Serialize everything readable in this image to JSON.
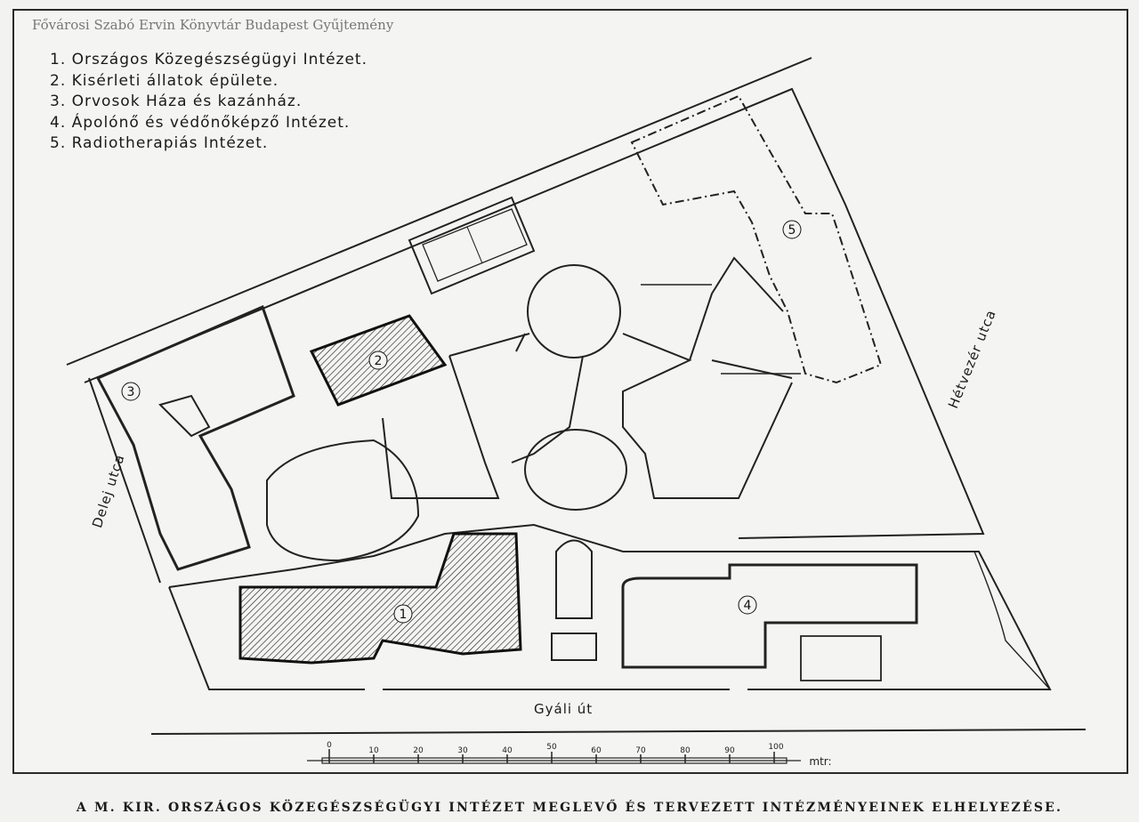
{
  "watermark": "Fővárosi Szabó Ervin Könyvtár Budapest Gyűjtemény",
  "legend": [
    "1. Országos Közegészségügyi Intézet.",
    "2. Kisérleti állatok épülete.",
    "3. Orvosok Háza és kazánház.",
    "4. Ápolónő és védőnőképző Intézet.",
    "5. Radiotherapiás Intézet."
  ],
  "building_numbers": [
    "1",
    "2",
    "3",
    "4",
    "5"
  ],
  "streets": {
    "bottom": "Gyáli út",
    "left": "Delej utca",
    "right": "Hétvezér utca"
  },
  "scale": {
    "ticks": [
      "0",
      "10",
      "20",
      "30",
      "40",
      "50",
      "60",
      "70",
      "80",
      "90",
      "100"
    ],
    "unit": "mtr:"
  },
  "caption": "A M. KIR. ORSZÁGOS KÖZEGÉSZSÉGÜGYI INTÉZET MEGLEVŐ ÉS TERVEZETT INTÉZMÉNYEINEK ELHELYEZÉSE."
}
